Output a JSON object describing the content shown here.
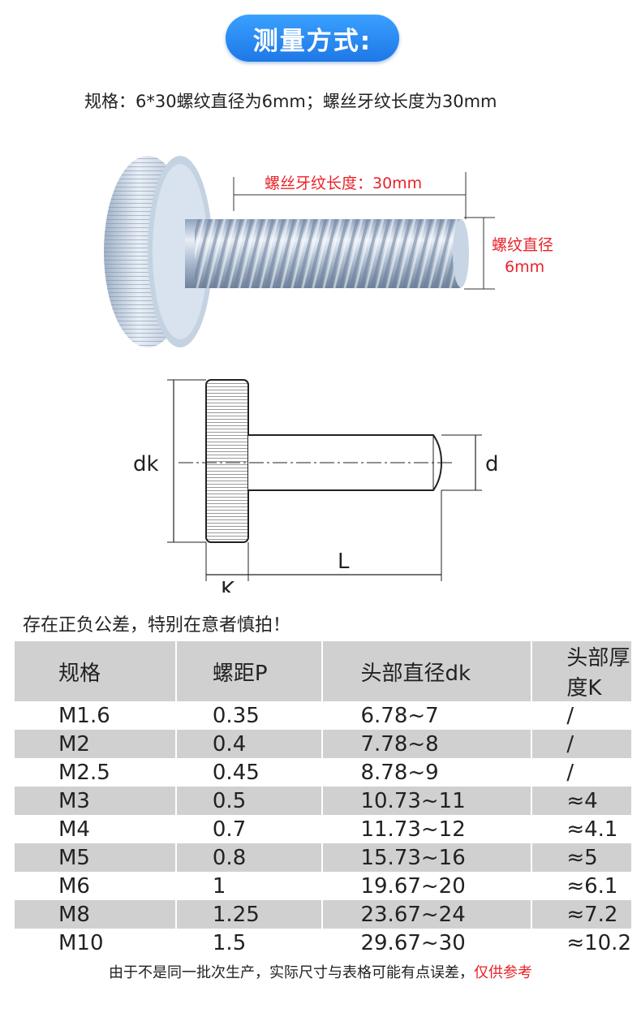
{
  "title": "测量方式:",
  "spec_line": "规格：6*30螺纹直径为6mm；螺丝牙纹长度为30mm",
  "photo": {
    "thread_length_label": "螺丝牙纹长度：30mm",
    "diameter_label_1": "螺纹直径",
    "diameter_label_2": "6mm"
  },
  "drawing": {
    "dk": "dk",
    "d": "d",
    "L": "L",
    "K": "K"
  },
  "tolerance_note": "存在正负公差，特别在意者慎拍！",
  "table": {
    "headers": [
      "规格",
      "螺距P",
      "头部直径dk",
      "头部厚度K"
    ],
    "rows": [
      [
        "M1.6",
        "0.35",
        "6.78~7",
        "/"
      ],
      [
        "M2",
        "0.4",
        "7.78~8",
        "/"
      ],
      [
        "M2.5",
        "0.45",
        "8.78~9",
        "/"
      ],
      [
        "M3",
        "0.5",
        "10.73~11",
        "≈4"
      ],
      [
        "M4",
        "0.7",
        "11.73~12",
        "≈4.1"
      ],
      [
        "M5",
        "0.8",
        "15.73~16",
        "≈5"
      ],
      [
        "M6",
        "1",
        "19.67~20",
        "≈6.1"
      ],
      [
        "M8",
        "1.25",
        "23.67~24",
        "≈7.2"
      ],
      [
        "M10",
        "1.5",
        "29.67~30",
        "≈10.2"
      ]
    ]
  },
  "footer": {
    "main": "由于不是同一批次生产，实际尺寸与表格可能有点误差，",
    "red": "仅供参考"
  },
  "colors": {
    "accent_blue": "#1e78e6",
    "label_red": "#e8232a",
    "row_gray": "#d0d0d0"
  }
}
